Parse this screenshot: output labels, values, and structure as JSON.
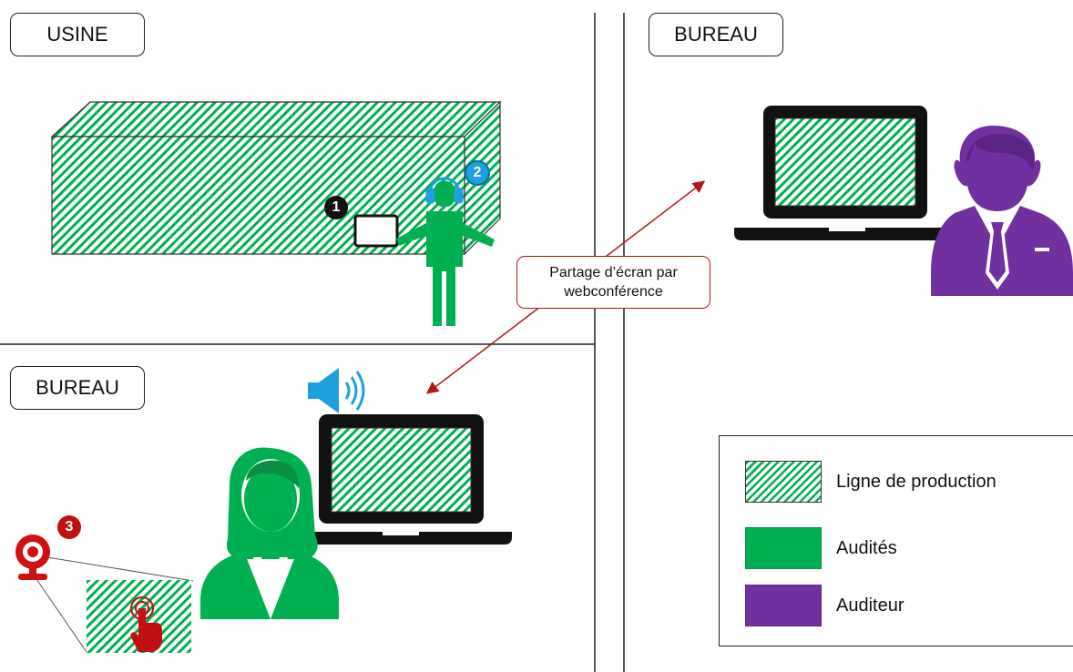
{
  "zones": {
    "factory": "USINE",
    "office_right": "BUREAU",
    "office_left": "BUREAU"
  },
  "callout": {
    "line1": "Partage d’écran par",
    "line2": "webconférence"
  },
  "badges": {
    "one": "1",
    "two": "2",
    "three": "3"
  },
  "legend": {
    "items": [
      {
        "label": "Ligne de production"
      },
      {
        "label": "Audités"
      },
      {
        "label": "Auditeur"
      }
    ]
  },
  "colors": {
    "audited_green": "#00b050",
    "auditor_purple": "#7030a0",
    "arrow_red": "#b01818",
    "webcam_red": "#d01010",
    "speaker_blue": "#1e9fe0"
  },
  "icons": [
    "laptop-icon",
    "headset-icon",
    "speaker-icon",
    "webcam-icon",
    "touch-hand-icon",
    "person-icon"
  ]
}
